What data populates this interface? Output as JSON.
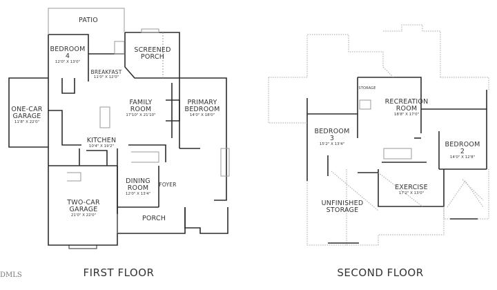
{
  "watermark": "DMLS",
  "first_floor": {
    "title": "FIRST FLOOR",
    "rooms": [
      {
        "name": "PATIO",
        "dim": ""
      },
      {
        "name": "BEDROOM 4",
        "line1": "BEDROOM",
        "line2": "4",
        "dim": "12'0\" X 13'0\""
      },
      {
        "name": "BREAKFAST",
        "dim": "11'0\" X 12'0\""
      },
      {
        "name": "SCREENED PORCH",
        "line1": "SCREENED",
        "line2": "PORCH",
        "dim": ""
      },
      {
        "name": "ONE-CAR GARAGE",
        "line1": "ONE-CAR",
        "line2": "GARAGE",
        "dim": "11'8\" X 22'0\""
      },
      {
        "name": "FAMILY ROOM",
        "line1": "FAMILY",
        "line2": "ROOM",
        "dim": "17'10\" X 21'10\""
      },
      {
        "name": "PRIMARY BEDROOM",
        "line1": "PRIMARY",
        "line2": "BEDROOM",
        "dim": "14'0\" X 18'0\""
      },
      {
        "name": "KITCHEN",
        "dim": "10'4\" X 19'2\""
      },
      {
        "name": "DINING ROOM",
        "line1": "DINING",
        "line2": "ROOM",
        "dim": "12'0\" X 13'4\""
      },
      {
        "name": "FOYER",
        "dim": ""
      },
      {
        "name": "TWO-CAR GARAGE",
        "line1": "TWO-CAR",
        "line2": "GARAGE",
        "dim": "21'0\" X 22'0\""
      },
      {
        "name": "PORCH",
        "dim": ""
      }
    ]
  },
  "second_floor": {
    "title": "SECOND FLOOR",
    "rooms": [
      {
        "name": "STORAGE",
        "dim": ""
      },
      {
        "name": "RECREATION ROOM",
        "line1": "RECREATION",
        "line2": "ROOM",
        "dim": "18'8\" X 17'0\""
      },
      {
        "name": "BEDROOM 3",
        "line1": "BEDROOM",
        "line2": "3",
        "dim": "15'2\" X 13'4\""
      },
      {
        "name": "BEDROOM 2",
        "line1": "BEDROOM",
        "line2": "2",
        "dim": "14'0\" X 12'8\""
      },
      {
        "name": "EXERCISE",
        "dim": "17'2\" X 13'0\""
      },
      {
        "name": "UNFINISHED STORAGE",
        "line1": "UNFINISHED",
        "line2": "STORAGE",
        "dim": ""
      }
    ]
  },
  "colors": {
    "wall": "#2b2b2b",
    "light_line": "#9a9a9a",
    "dotted": "#a8a8a8",
    "background": "#ffffff"
  }
}
